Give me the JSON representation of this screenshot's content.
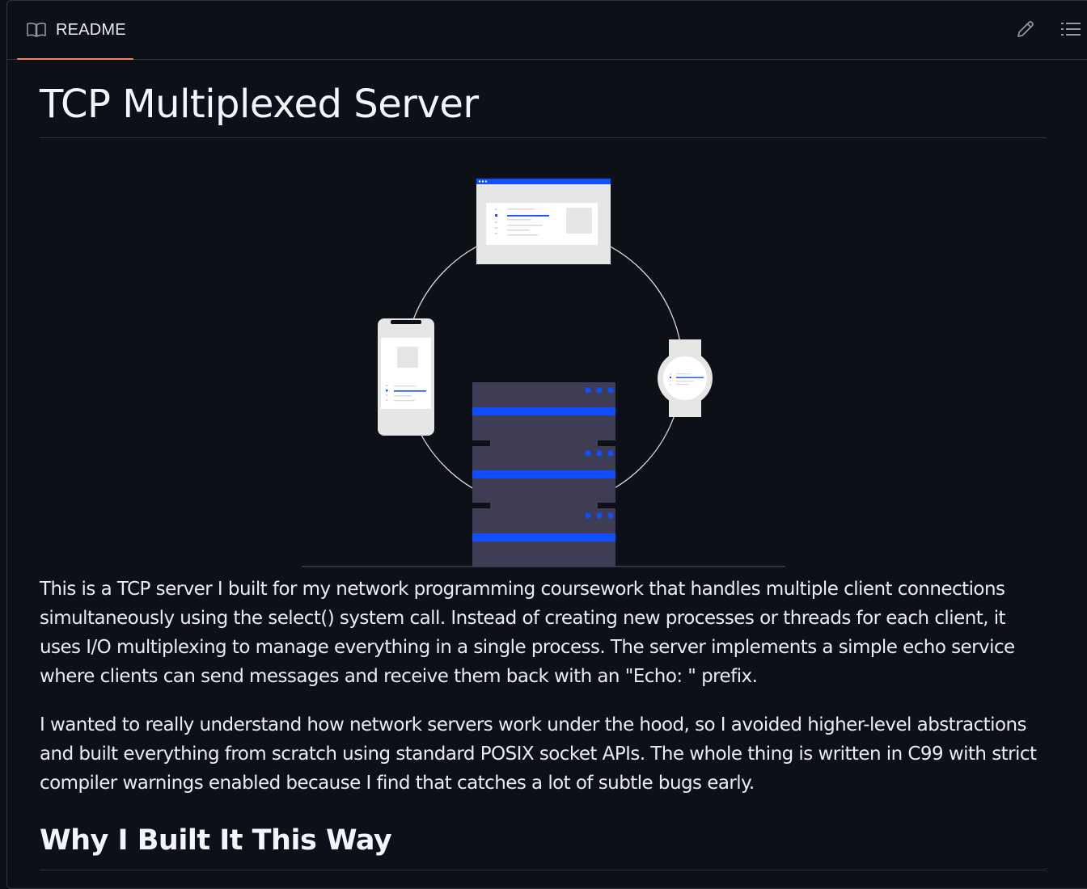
{
  "header": {
    "tab_label": "README",
    "tab_icon": "book-icon",
    "actions": [
      {
        "name": "edit-button",
        "icon": "pencil-icon"
      },
      {
        "name": "outline-button",
        "icon": "list-icon"
      }
    ],
    "accent_color": "#f78166"
  },
  "article": {
    "title": "TCP Multiplexed Server",
    "paragraphs": [
      "This is a TCP server I built for my network programming coursework that handles multiple client connections simultaneously using the select() system call. Instead of creating new processes or threads for each client, it uses I/O multiplexing to manage everything in a single process. The server implements a simple echo service where clients can send messages and receive them back with an \"Echo: \" prefix.",
      "I wanted to really understand how network servers work under the hood, so I avoided higher-level abstractions and built everything from scratch using standard POSIX socket APIs. The whole thing is written in C99 with strict compiler warnings enabled because I find that catches a lot of subtle bugs early."
    ],
    "section_heading": "Why I Built It This Way"
  },
  "colors": {
    "background": "#0d1117",
    "border": "#30363d",
    "text": "#e6edf3",
    "server_rack": "#3f3d56",
    "server_stripe": "#0f4fff"
  }
}
